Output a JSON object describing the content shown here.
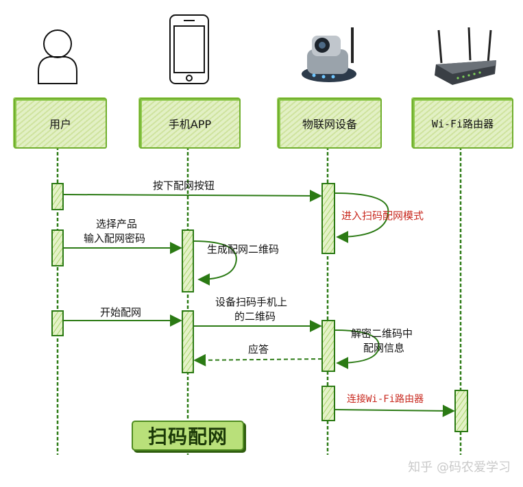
{
  "actors": {
    "user": "用户",
    "app": "手机APP",
    "device": "物联网设备",
    "router": "Wi-Fi路由器"
  },
  "messages": {
    "press_button": "按下配网按钮",
    "enter_scan_mode": "进入扫码配网模式",
    "select_product_line1": "选择产品",
    "select_product_line2": "输入配网密码",
    "generate_qr": "生成配网二维码",
    "start_pairing": "开始配网",
    "scan_qr_line1": "设备扫码手机上",
    "scan_qr_line2": "的二维码",
    "decode_line1": "解密二维码中",
    "decode_line2": "配网信息",
    "reply": "应答",
    "connect_router": "连接Wi-Fi路由器"
  },
  "title": "扫码配网",
  "watermark": "知乎 @码农爱学习",
  "colors": {
    "line_green": "#2b7a14",
    "box_border": "#6fae2c",
    "box_fill": "#d8ebb0",
    "highlight_red": "#c8281e",
    "title_fill": "#b9e07a"
  }
}
